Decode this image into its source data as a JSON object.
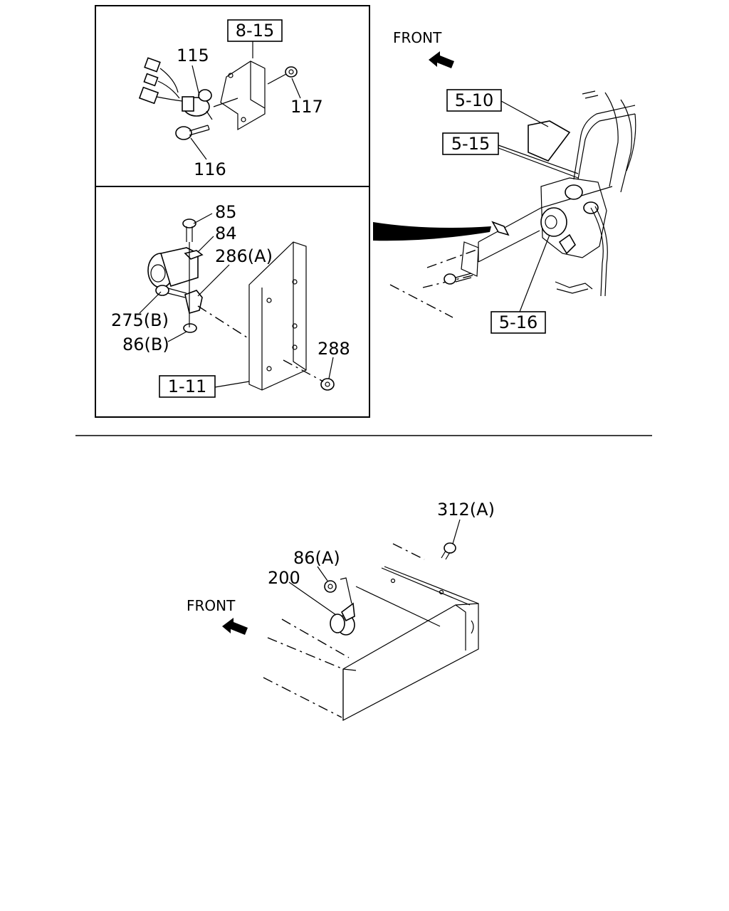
{
  "labels": {
    "lbl_8_15": "8-15",
    "lbl_115": "115",
    "lbl_117": "117",
    "lbl_116": "116",
    "lbl_85": "85",
    "lbl_84": "84",
    "lbl_286a": "286(A)",
    "lbl_275b": "275(B)",
    "lbl_86b": "86(B)",
    "lbl_288": "288",
    "lbl_1_11": "1-11",
    "lbl_front_top": "FRONT",
    "lbl_5_10": "5-10",
    "lbl_5_15": "5-15",
    "lbl_5_16": "5-16",
    "lbl_312a": "312(A)",
    "lbl_86a": "86(A)",
    "lbl_200": "200",
    "lbl_front_bottom": "FRONT"
  }
}
